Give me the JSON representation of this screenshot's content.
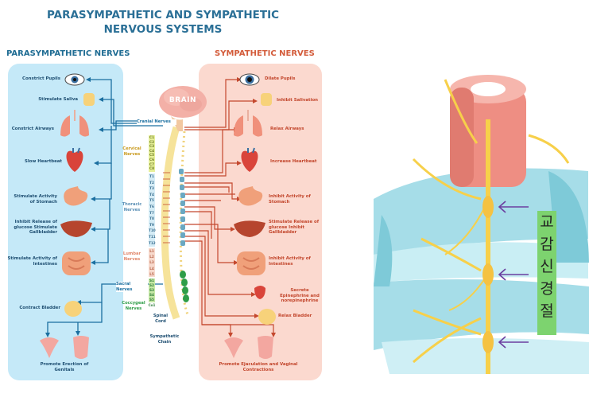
{
  "title_line1": "PARASYMPATHETIC AND SYMPATHETIC",
  "title_line2": "NERVOUS SYSTEMS",
  "para_header": "PARASYMPATHETIC NERVES",
  "sym_header": "SYMPATHETIC NERVES",
  "brain": "BRAIN",
  "para_labels": [
    "Constrict Pupils",
    "Stimulate Saliva",
    "Constrict Airways",
    "Slow Heartbeat",
    "Stimulate Activity of Stomach",
    "Inhibit Release of glucose Stimulate Gallbladder",
    "Stimulate Activity of Intestines",
    "Contract Bladder",
    "Promote Erection of Genitals"
  ],
  "sym_labels": [
    "Dilate Pupils",
    "Inhibit Salivation",
    "Relax Airways",
    "Increase Heartbeat",
    "Inhibit Activity of Stomach",
    "Stimulate Release of glucose Inhibit Gallbladder",
    "Inhibit Activity of Intestines",
    "Secrete Epinephrine and norepinephrine",
    "Relax Bladder",
    "Promote Ejaculation and Vaginal Contractions"
  ],
  "nerve_groups": {
    "cranial": "Cranial Nerves",
    "cervical": "Cervical Nerves",
    "thoracic": "Thoracic Nerves",
    "lumbar": "Lumbar Nerves",
    "sacral": "Sacral Nerves",
    "coccygeal": "Coccygeal Nerves"
  },
  "spinal_cord": "Spinal Cord",
  "sympathetic_chain": "Sympathetic Chain",
  "segments": {
    "cervical": [
      "C1",
      "C2",
      "C3",
      "C4",
      "C5",
      "C6",
      "C7",
      "C8"
    ],
    "thoracic": [
      "T1",
      "T2",
      "T3",
      "T4",
      "T5",
      "T6",
      "T7",
      "T8",
      "T9",
      "T10",
      "T11",
      "T12"
    ],
    "lumbar": [
      "L1",
      "L2",
      "L3",
      "L4",
      "L5"
    ],
    "sacral": [
      "S1",
      "S2",
      "S3",
      "S4",
      "S5"
    ],
    "coccygeal": [
      "Co1"
    ]
  },
  "korean_chars": [
    "교",
    "감",
    "신",
    "경",
    "절"
  ],
  "colors": {
    "title": "#2a6f96",
    "para_panel": "#c5e9f8",
    "sym_panel": "#fbd9cf",
    "para_nerve": "#1b6fa0",
    "sym_nerve": "#c4482e",
    "korean_bg": "#7dd36f",
    "arrow": "#6b3fa0"
  }
}
